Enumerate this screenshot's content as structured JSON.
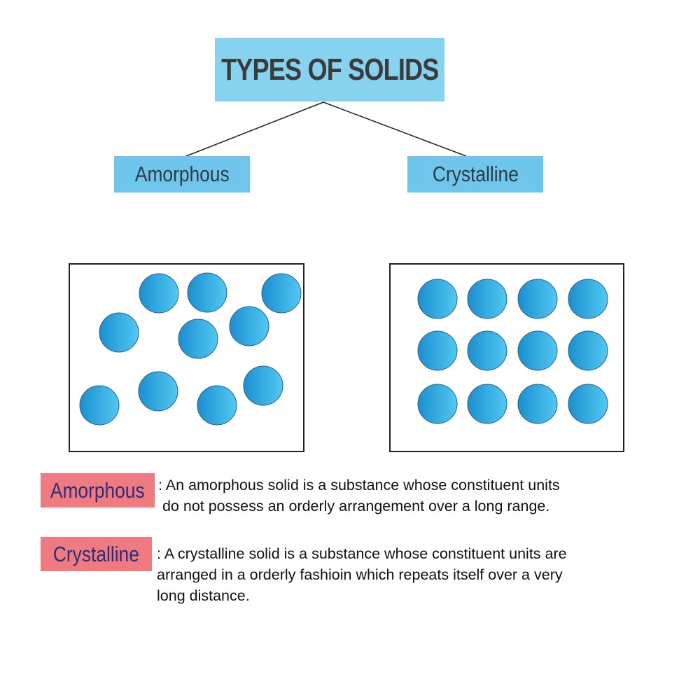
{
  "title": "TYPES OF SOLIDS",
  "categories": {
    "amorphous": "Amorphous",
    "crystalline": "Crystalline"
  },
  "colors": {
    "title_box": "#86d3ef",
    "category_box": "#6ec6ec",
    "particle_light": "#4fc6f0",
    "particle_dark": "#1a8fcf",
    "label_tag": "#ef7a80",
    "label_text": "#2a2f7a"
  },
  "definitions": {
    "amorphous": {
      "label": "Amorphous",
      "lines": [
        ": An amorphous solid is a substance whose constituent units",
        " do not possess an orderly arrangement over a long range."
      ]
    },
    "crystalline": {
      "label": "Crystalline",
      "lines": [
        ": A crystalline solid is a substance whose constituent units are",
        "arranged in a orderly fashioin which repeats itself over a very",
        "long distance."
      ]
    }
  }
}
